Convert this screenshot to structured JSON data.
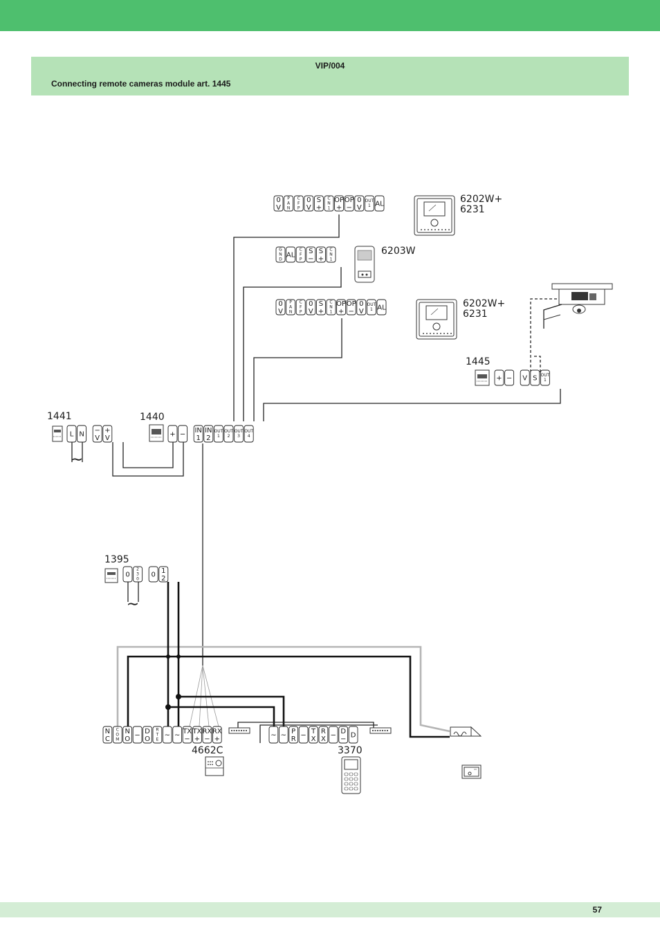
{
  "header": {
    "code": "VIP/004",
    "title": "Connecting remote cameras module art. 1445"
  },
  "footer": {
    "page_number": "57"
  },
  "colors": {
    "top_bar": "#4ebf6e",
    "header_box": "#b5e2b7",
    "footer_bar": "#d4edd5"
  },
  "device_labels": {
    "monitor_top_l1": "6202W+",
    "monitor_top_l2": "6231",
    "panel_6203w": "6203W",
    "monitor_mid_l1": "6202W+",
    "monitor_mid_l2": "6231",
    "module_1445": "1445",
    "psu_1441": "1441",
    "switch_1440": "1440",
    "psu_1395": "1395",
    "keypad_4662c": "4662C",
    "handset_3370": "3370"
  },
  "terminals": {
    "row1": [
      [
        "0",
        "V"
      ],
      [
        "P",
        "A",
        "N"
      ],
      [
        "C",
        "F",
        "P"
      ],
      [
        "0",
        "V"
      ],
      [
        "S",
        "+"
      ],
      [
        "C",
        "N",
        "1"
      ],
      [
        "OP",
        "+"
      ],
      [
        "OP",
        "−"
      ],
      [
        "0",
        "V"
      ],
      [
        "OUT",
        "1"
      ],
      [
        "AL"
      ]
    ],
    "row2": [
      [
        "G",
        "N",
        "D"
      ],
      [
        "AL"
      ],
      [
        "C",
        "F",
        "P"
      ],
      [
        "S",
        "−"
      ],
      [
        "S",
        "+"
      ],
      [
        "C",
        "N",
        "1"
      ]
    ],
    "row3": [
      [
        "0",
        "V"
      ],
      [
        "P",
        "A",
        "N"
      ],
      [
        "C",
        "F",
        "P"
      ],
      [
        "0",
        "V"
      ],
      [
        "S",
        "+"
      ],
      [
        "C",
        "N",
        "1"
      ],
      [
        "OP",
        "+"
      ],
      [
        "OP",
        "−"
      ],
      [
        "0",
        "V"
      ],
      [
        "OUT",
        "1"
      ],
      [
        "AL"
      ]
    ],
    "row1445": [
      [
        "+"
      ],
      [
        "−"
      ],
      [
        "V"
      ],
      [
        "S"
      ],
      [
        "OUT",
        "1"
      ]
    ],
    "row1441": [
      [
        "L"
      ],
      [
        "N"
      ],
      [
        "−",
        "V"
      ],
      [
        "+",
        "V"
      ]
    ],
    "row1440": [
      [
        "+"
      ],
      [
        "−"
      ],
      [
        "IN",
        "1"
      ],
      [
        "IN",
        "2"
      ],
      [
        "OUT",
        "1"
      ],
      [
        "OUT",
        "2"
      ],
      [
        "OUT",
        "3"
      ],
      [
        "OUT",
        "4"
      ]
    ],
    "row1395": [
      [
        "0"
      ],
      [
        "2",
        "3",
        "0"
      ],
      [
        "0"
      ],
      [
        "1",
        "2"
      ]
    ],
    "row4662": [
      [
        "N",
        "C"
      ],
      [
        "C",
        "O",
        "M"
      ],
      [
        "N",
        "O"
      ],
      [
        "−"
      ],
      [
        "D",
        "O"
      ],
      [
        "R",
        "T",
        "E"
      ],
      [
        "~"
      ],
      [
        "~"
      ],
      [
        "TX",
        "−"
      ],
      [
        "TX",
        "+"
      ],
      [
        "RX",
        "−"
      ],
      [
        "RX",
        "+"
      ]
    ],
    "row3370": [
      [
        "~"
      ],
      [
        "~"
      ],
      [
        "P",
        "R"
      ],
      [
        "−"
      ],
      [
        "T",
        "X"
      ],
      [
        "R",
        "X"
      ],
      [
        "−"
      ],
      [
        "D",
        "−"
      ],
      [
        "D"
      ]
    ]
  },
  "ac_symbol": "∼",
  "icons": [
    "monitor-icon",
    "door-panel-icon",
    "camera-icon",
    "din-module-icon",
    "keypad-icon",
    "handset-icon",
    "lock-icon",
    "button-panel-icon"
  ]
}
